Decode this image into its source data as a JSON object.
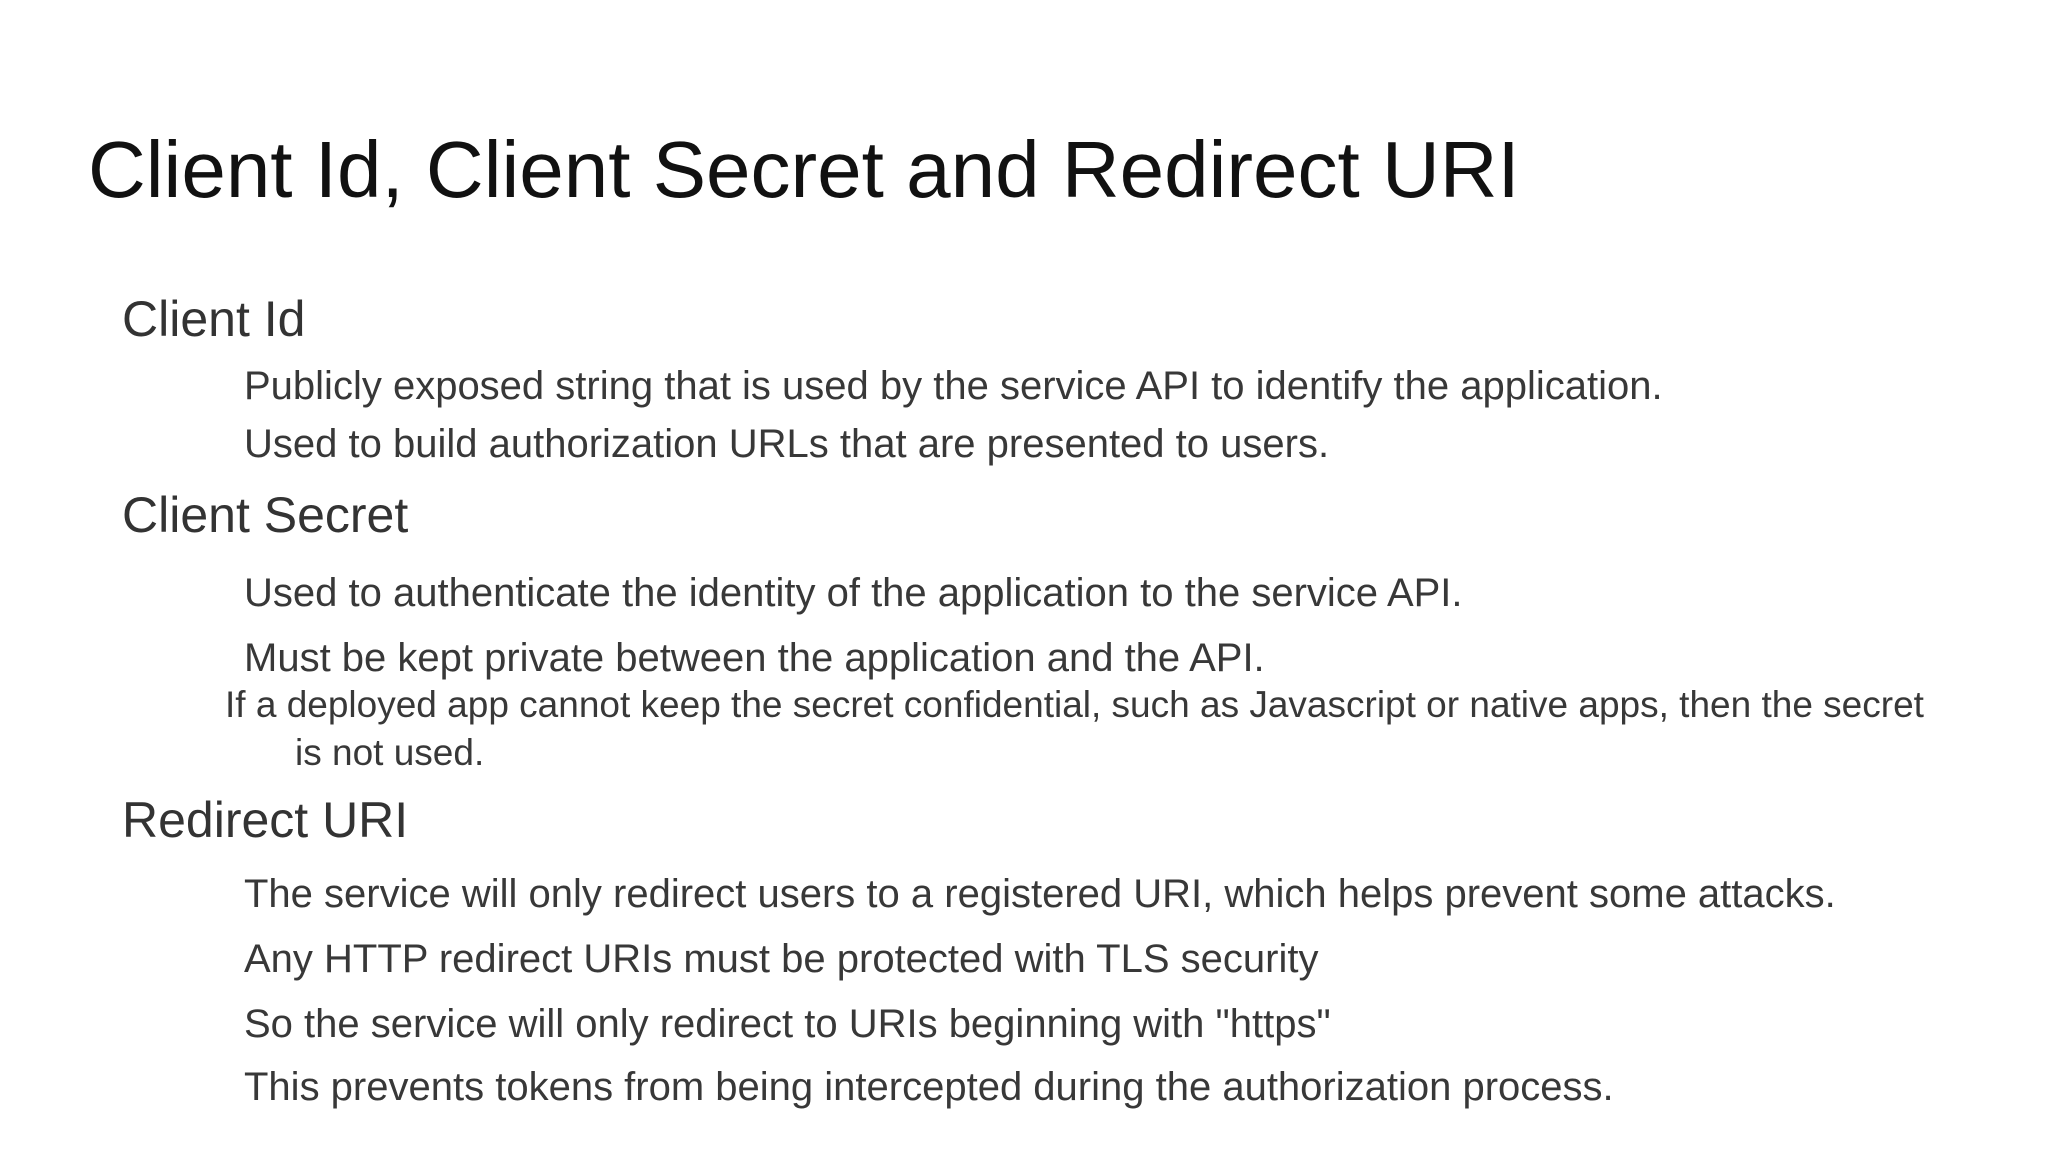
{
  "slide": {
    "title": "Client Id, Client Secret and Redirect URI",
    "sections": [
      {
        "heading": "Client Id",
        "bullets": [
          "Publicly exposed string that is used by the service API to identify the application.",
          "Used to build authorization URLs that are presented to users."
        ]
      },
      {
        "heading": "Client Secret",
        "bullets": [
          "Used to authenticate the identity of the application to the service API.",
          "Must be kept private between the application and the API."
        ],
        "note": "If a deployed app cannot keep the secret confidential, such as Javascript or native apps, then the secret is not used."
      },
      {
        "heading": "Redirect URI",
        "bullets": [
          "The service will only redirect users to a registered URI, which helps prevent some attacks.",
          "Any HTTP redirect URIs must be protected with TLS security",
          "So the service will only redirect to URIs beginning with \"https\"",
          "This prevents tokens from being intercepted during the authorization process."
        ]
      }
    ],
    "colors": {
      "background": "#ffffff",
      "title": "#111111",
      "heading": "#333333",
      "body": "#383838"
    }
  }
}
